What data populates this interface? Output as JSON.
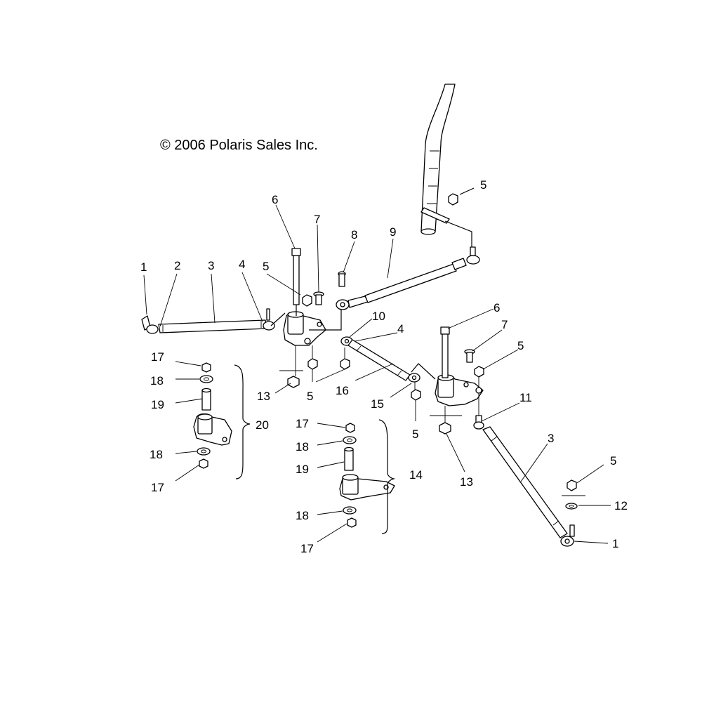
{
  "copyright": "© 2006 Polaris Sales Inc.",
  "callouts": {
    "c1a": "1",
    "c2": "2",
    "c3a": "3",
    "c4a": "4",
    "c5a": "5",
    "c6a": "6",
    "c7a": "7",
    "c8": "8",
    "c9": "9",
    "c5top": "5",
    "c10": "10",
    "c4b": "4",
    "c6b": "6",
    "c7b": "7",
    "c5b": "5",
    "c11": "11",
    "c3b": "3",
    "c5c": "5",
    "c12": "12",
    "c1b": "1",
    "c13a": "13",
    "c5d": "5",
    "c16": "16",
    "c15": "15",
    "c5e": "5",
    "c13b": "13",
    "c17a": "17",
    "c18a": "18",
    "c19a": "19",
    "c20": "20",
    "c18b": "18",
    "c17b": "17",
    "c17c": "17",
    "c18c": "18",
    "c19b": "19",
    "c14": "14",
    "c18d": "18",
    "c17d": "17"
  },
  "colors": {
    "line": "#000000",
    "background": "#ffffff",
    "fill": "#e6e6e6"
  }
}
